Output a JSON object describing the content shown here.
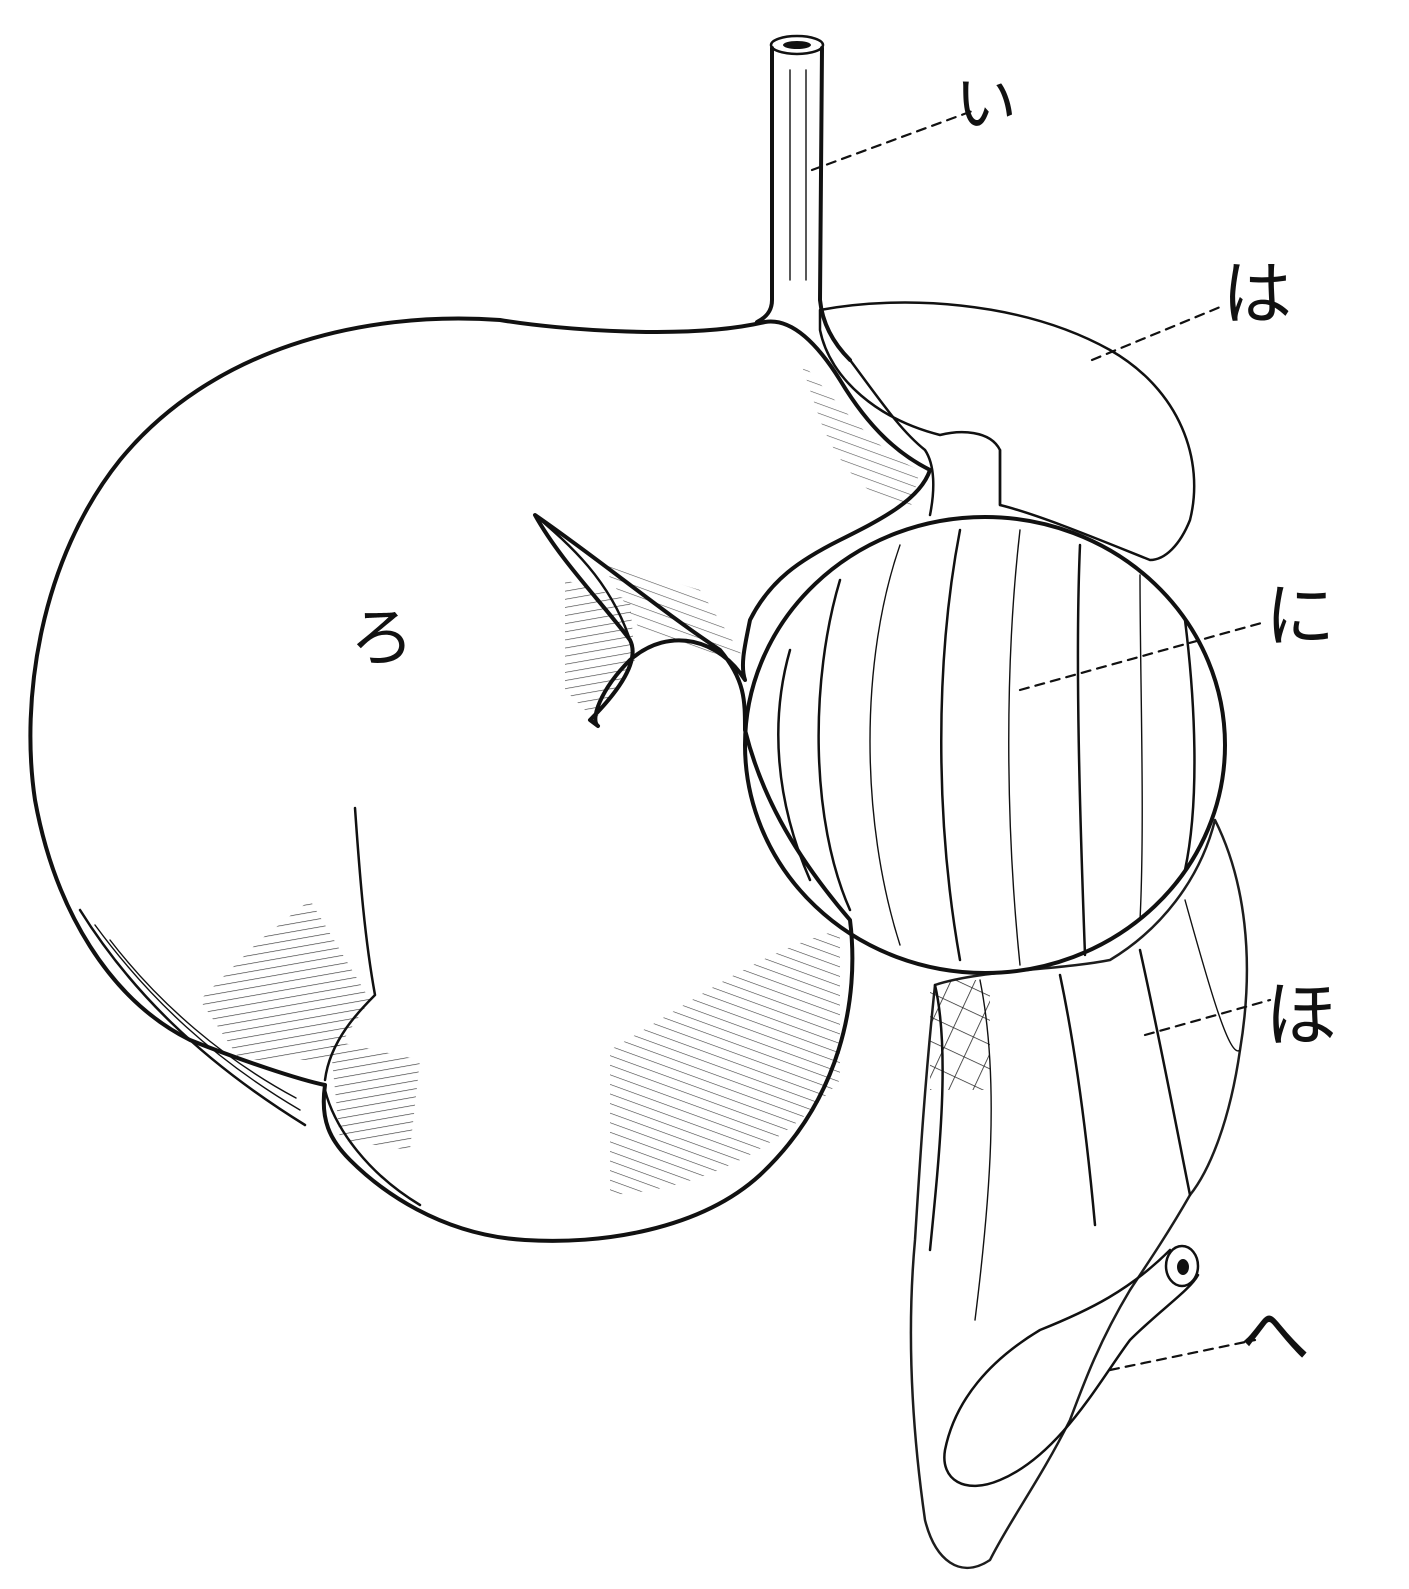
{
  "diagram": {
    "labels": {
      "i": "い",
      "ro": "ろ",
      "ha": "は",
      "ni": "に",
      "ho": "ほ",
      "he": "へ"
    }
  },
  "colors": {
    "ink": "#111111",
    "paper": "#ffffff"
  }
}
